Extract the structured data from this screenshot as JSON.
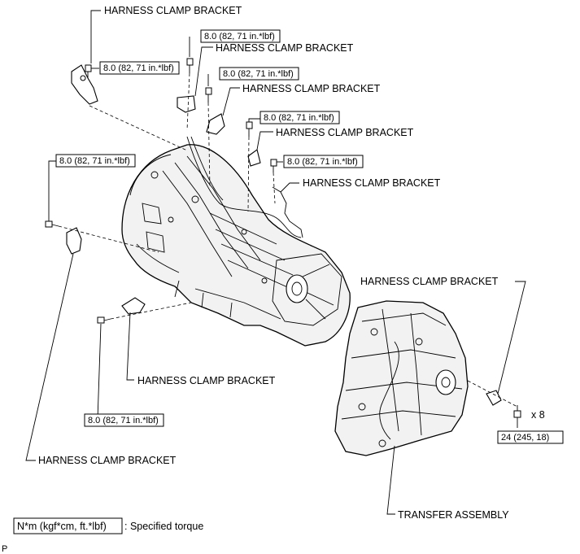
{
  "labels": {
    "hcb_1": "HARNESS CLAMP BRACKET",
    "hcb_2": "HARNESS CLAMP BRACKET",
    "hcb_3": "HARNESS CLAMP BRACKET",
    "hcb_4": "HARNESS CLAMP BRACKET",
    "hcb_5": "HARNESS CLAMP BRACKET",
    "hcb_6": "HARNESS CLAMP BRACKET",
    "hcb_7": "HARNESS CLAMP BRACKET",
    "hcb_8": "HARNESS CLAMP BRACKET",
    "transfer_assembly": "TRANSFER ASSEMBLY"
  },
  "torques": {
    "t1": "8.0 (82, 71 in.*lbf)",
    "t2": "8.0 (82, 71 in.*lbf)",
    "t3": "8.0 (82, 71 in.*lbf)",
    "t4": "8.0 (82, 71 in.*lbf)",
    "t5": "8.0 (82, 71 in.*lbf)",
    "t6": "8.0 (82, 71 in.*lbf)",
    "t7": "8.0 (82, 71 in.*lbf)",
    "transfer": "24 (245, 18)"
  },
  "bolt_count": "x 8",
  "legend": {
    "unit_box": "N*m (kgf*cm, ft.*lbf)",
    "description": ": Specified torque"
  },
  "corner_mark": "P"
}
